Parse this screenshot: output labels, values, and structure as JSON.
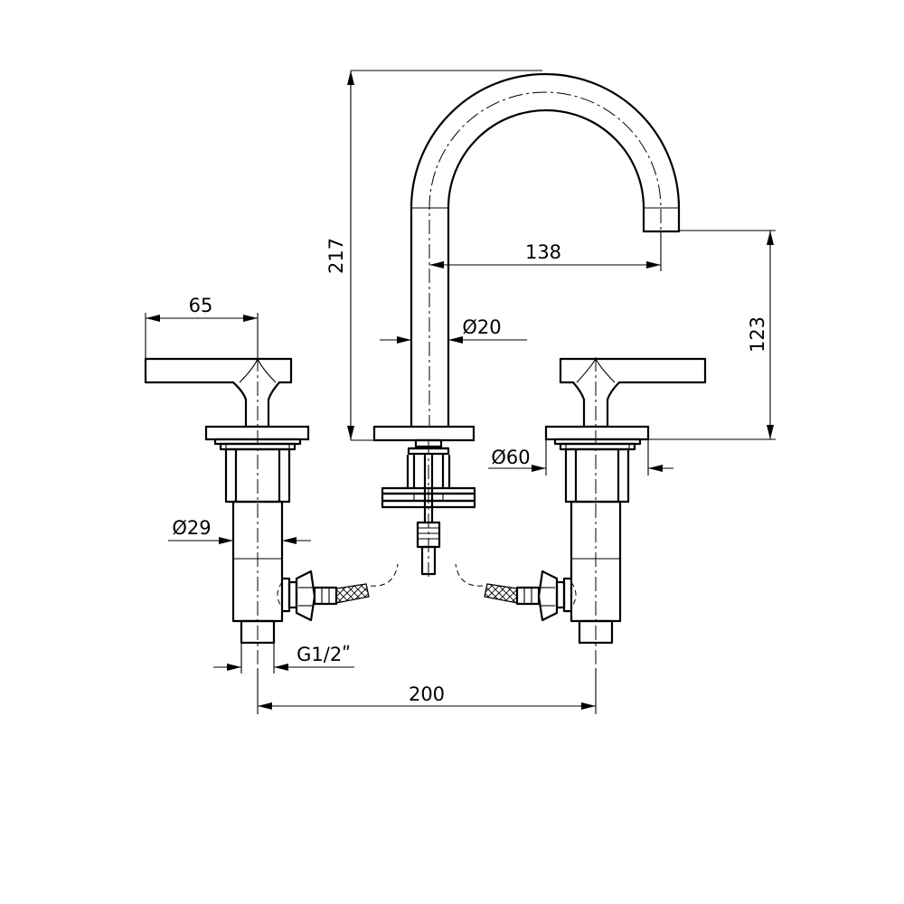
{
  "dimensions": {
    "width_65": "65",
    "height_217": "217",
    "spout_reach_138": "138",
    "spout_dia_20": "Ø20",
    "height_123": "123",
    "base_dia_60": "Ø60",
    "valve_dia_29": "Ø29",
    "thread_g12": "G1/2ʺ",
    "centers_200": "200"
  }
}
